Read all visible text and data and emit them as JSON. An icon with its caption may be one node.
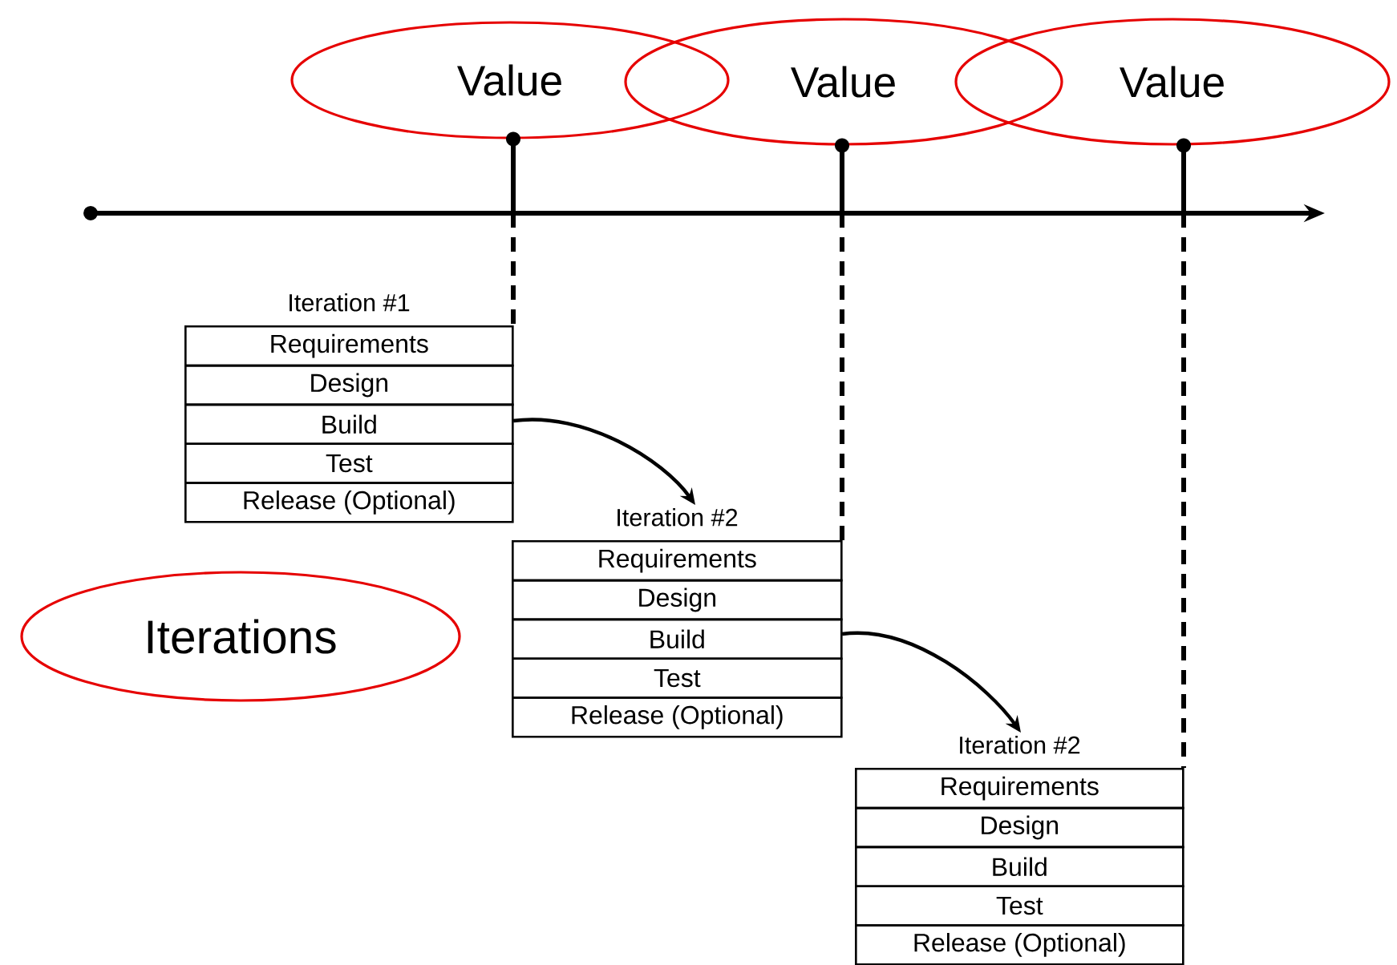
{
  "diagram": {
    "nodes": [
      {
        "text": [
          "Value"
        ]
      },
      {
        "text": [
          "Value"
        ]
      },
      {
        "text": [
          "Value"
        ]
      },
      {
        "text": [
          "Iterations"
        ]
      },
      {
        "text": [
          "Iteration #1"
        ]
      },
      {
        "text": [
          "Requirements"
        ],
        "in": 4
      },
      {
        "text": [
          "Design"
        ],
        "in": 4
      },
      {
        "text": [
          "Build"
        ],
        "in": 4
      },
      {
        "text": [
          "Test"
        ],
        "in": 4
      },
      {
        "text": [
          "Release (Optional)"
        ],
        "in": 4
      },
      {
        "text": [
          "Iteration #2"
        ]
      },
      {
        "text": [
          "Requirements"
        ],
        "in": 10
      },
      {
        "text": [
          "Design"
        ],
        "in": 10
      },
      {
        "text": [
          "Build"
        ],
        "in": 10
      },
      {
        "text": [
          "Test"
        ],
        "in": 10
      },
      {
        "text": [
          "Release (Optional)"
        ],
        "in": 10
      },
      {
        "text": [
          "Iteration #2"
        ]
      },
      {
        "text": [
          "Requirements"
        ],
        "in": 16
      },
      {
        "text": [
          "Design"
        ],
        "in": 16
      },
      {
        "text": [
          "Build"
        ],
        "in": 16
      },
      {
        "text": [
          "Test"
        ],
        "in": 16
      },
      {
        "text": [
          "Release (Optional)"
        ],
        "in": 16
      }
    ],
    "edges": [
      {
        "from": 0,
        "to": 4,
        "arrow": "other",
        "style": "dashed"
      },
      {
        "from": 1,
        "to": 10,
        "arrow": "other",
        "style": "dashed"
      },
      {
        "from": 2,
        "to": 16,
        "arrow": "other",
        "style": "dashed"
      },
      {
        "from": 4,
        "to": 10,
        "arrow": "to"
      },
      {
        "from": 10,
        "to": 16,
        "arrow": "to"
      }
    ]
  }
}
